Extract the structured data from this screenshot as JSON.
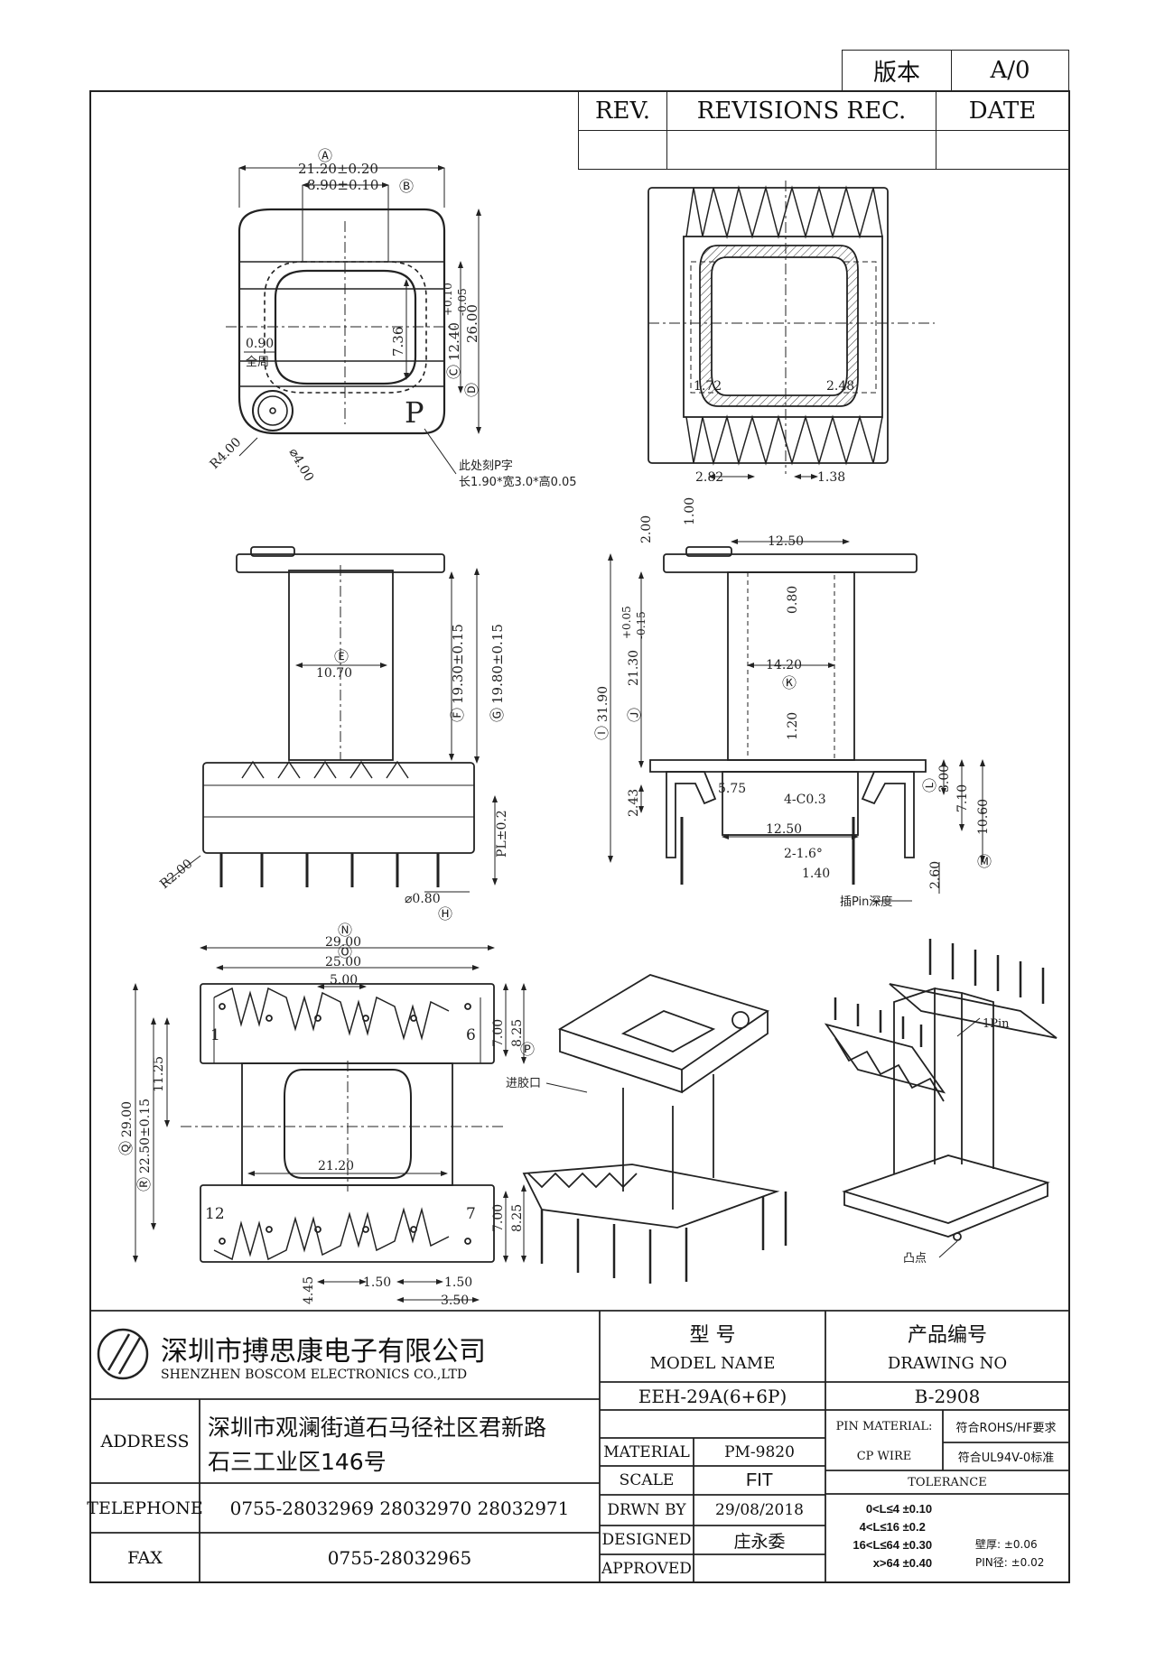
{
  "revision": {
    "version_label": "版本",
    "version_value": "A/0",
    "rev_label": "REV.",
    "revisions_label": "REVISIONS REC.",
    "date_label": "DATE"
  },
  "views": {
    "top": {
      "dim_a_ref": "Ⓐ",
      "dim_a": "21.20±0.20",
      "dim_b_ref": "Ⓑ",
      "dim_b": "8.90±0.10",
      "dim_c_ref": "Ⓒ",
      "dim_c": "12.40",
      "dim_c_tol_upper": "+0.10",
      "dim_c_tol_lower": "-0.05",
      "dim_d_ref": "Ⓓ",
      "dim_d": "26.00",
      "dim_inner": "7.36",
      "wall": "0.90",
      "wall_note": "全周",
      "radius": "R4.00",
      "hole": "⌀4.00",
      "letter": "P",
      "mark_note_1": "此处刻P字",
      "mark_note_2": "长1.90*宽3.0*高0.05"
    },
    "bottom": {
      "d1": "1.72",
      "d2": "2.48",
      "d3": "2.82",
      "d4": "1.38"
    },
    "front": {
      "dim_e_ref": "Ⓔ",
      "dim_e": "10.70",
      "dim_f_ref": "Ⓕ",
      "dim_f": "19.30±0.15",
      "dim_g_ref": "Ⓖ",
      "dim_g": "19.80±0.15",
      "pl": "PL±0.2",
      "radius": "R2.00",
      "pin_dia": "⌀0.80",
      "dim_h_ref": "Ⓗ"
    },
    "side": {
      "d_200": "2.00",
      "d_100": "1.00",
      "d_1250_top": "12.50",
      "d_080": "0.80",
      "d_2130": "21.30",
      "d_2130_tol_upper": "+0.05",
      "d_2130_tol_lower": "-0.15",
      "dim_j_ref": "Ⓙ",
      "d_3190": "31.90",
      "dim_i_ref": "Ⓘ",
      "d_1420": "14.20",
      "dim_k_ref": "Ⓚ",
      "d_120": "1.20",
      "d_575": "5.75",
      "chamfer": "4-C0.3",
      "d_243": "2.43",
      "d_1250_bottom": "12.50",
      "angle": "2-1.6°",
      "d_140": "1.40",
      "d_300": "3.00",
      "dim_l_ref": "Ⓛ",
      "d_710": "7.10",
      "d_1060": "10.60",
      "dim_m_ref": "Ⓜ",
      "d_260": "2.60",
      "pin_depth": "插Pin深度"
    },
    "plan": {
      "dim_n_ref": "Ⓝ",
      "d_2900": "29.00",
      "dim_o_ref": "Ⓞ",
      "d_2500": "25.00",
      "d_500": "5.00",
      "pin_1": "1",
      "pin_6": "6",
      "pin_12": "12",
      "pin_7": "7",
      "d_700_top": "7.00",
      "d_825_top": "8.25",
      "dim_p_ref": "Ⓟ",
      "d_1125": "11.25",
      "d_2250": "22.50±0.15",
      "dim_r_ref": "Ⓡ",
      "d_2900_v": "29.00",
      "dim_q_ref": "Ⓠ",
      "d_2120": "21.20",
      "d_700_bottom": "7.00",
      "d_825_bottom": "8.25",
      "d_445": "4.45",
      "d_150_a": "1.50",
      "d_150_b": "1.50",
      "d_350": "3.50"
    },
    "iso": {
      "gate_label": "进胶口",
      "pin1_label": "1Pin",
      "bump_label": "凸点"
    }
  },
  "title_block": {
    "company_cn": "深圳市搏思康电子有限公司",
    "company_en": "SHENZHEN BOSCOM ELECTRONICS CO.,LTD",
    "address_label": "ADDRESS",
    "address_line1": "深圳市观澜街道石马径社区君新路",
    "address_line2": "石三工业区146号",
    "telephone_label": "TELEPHONE",
    "telephone": "0755-28032969 28032970 28032971",
    "fax_label": "FAX",
    "fax": "0755-28032965",
    "model_cn": "型    号",
    "model_en": "MODEL NAME",
    "model_value": "EEH-29A(6+6P)",
    "drawing_cn": "产品编号",
    "drawing_en": "DRAWING NO",
    "drawing_value": "B-2908",
    "material_label": "MATERIAL",
    "material_value": "PM-9820",
    "scale_label": "SCALE",
    "scale_value": "FIT",
    "drawn_label": "DRWN BY",
    "drawn_value": "29/08/2018",
    "designed_label": "DESIGNED",
    "designed_value": "庄永委",
    "approved_label": "APPROVED",
    "pin_material_label": "PIN MATERIAL:",
    "pin_material_value": "CP WIRE",
    "req_1": "符合ROHS/HF要求",
    "req_2": "符合UL94V-0标准",
    "tolerance_label": "TOLERANCE",
    "tolerances": [
      {
        "range": "0<L≤4",
        "value": "±0.10"
      },
      {
        "range": "4<L≤16",
        "value": "±0.2"
      },
      {
        "range": "16<L≤64",
        "value": "±0.30"
      },
      {
        "range": "x>64",
        "value": "±0.40"
      }
    ],
    "wall_tol": "壁厚: ±0.06",
    "pin_tol": "PIN径: ±0.02"
  }
}
